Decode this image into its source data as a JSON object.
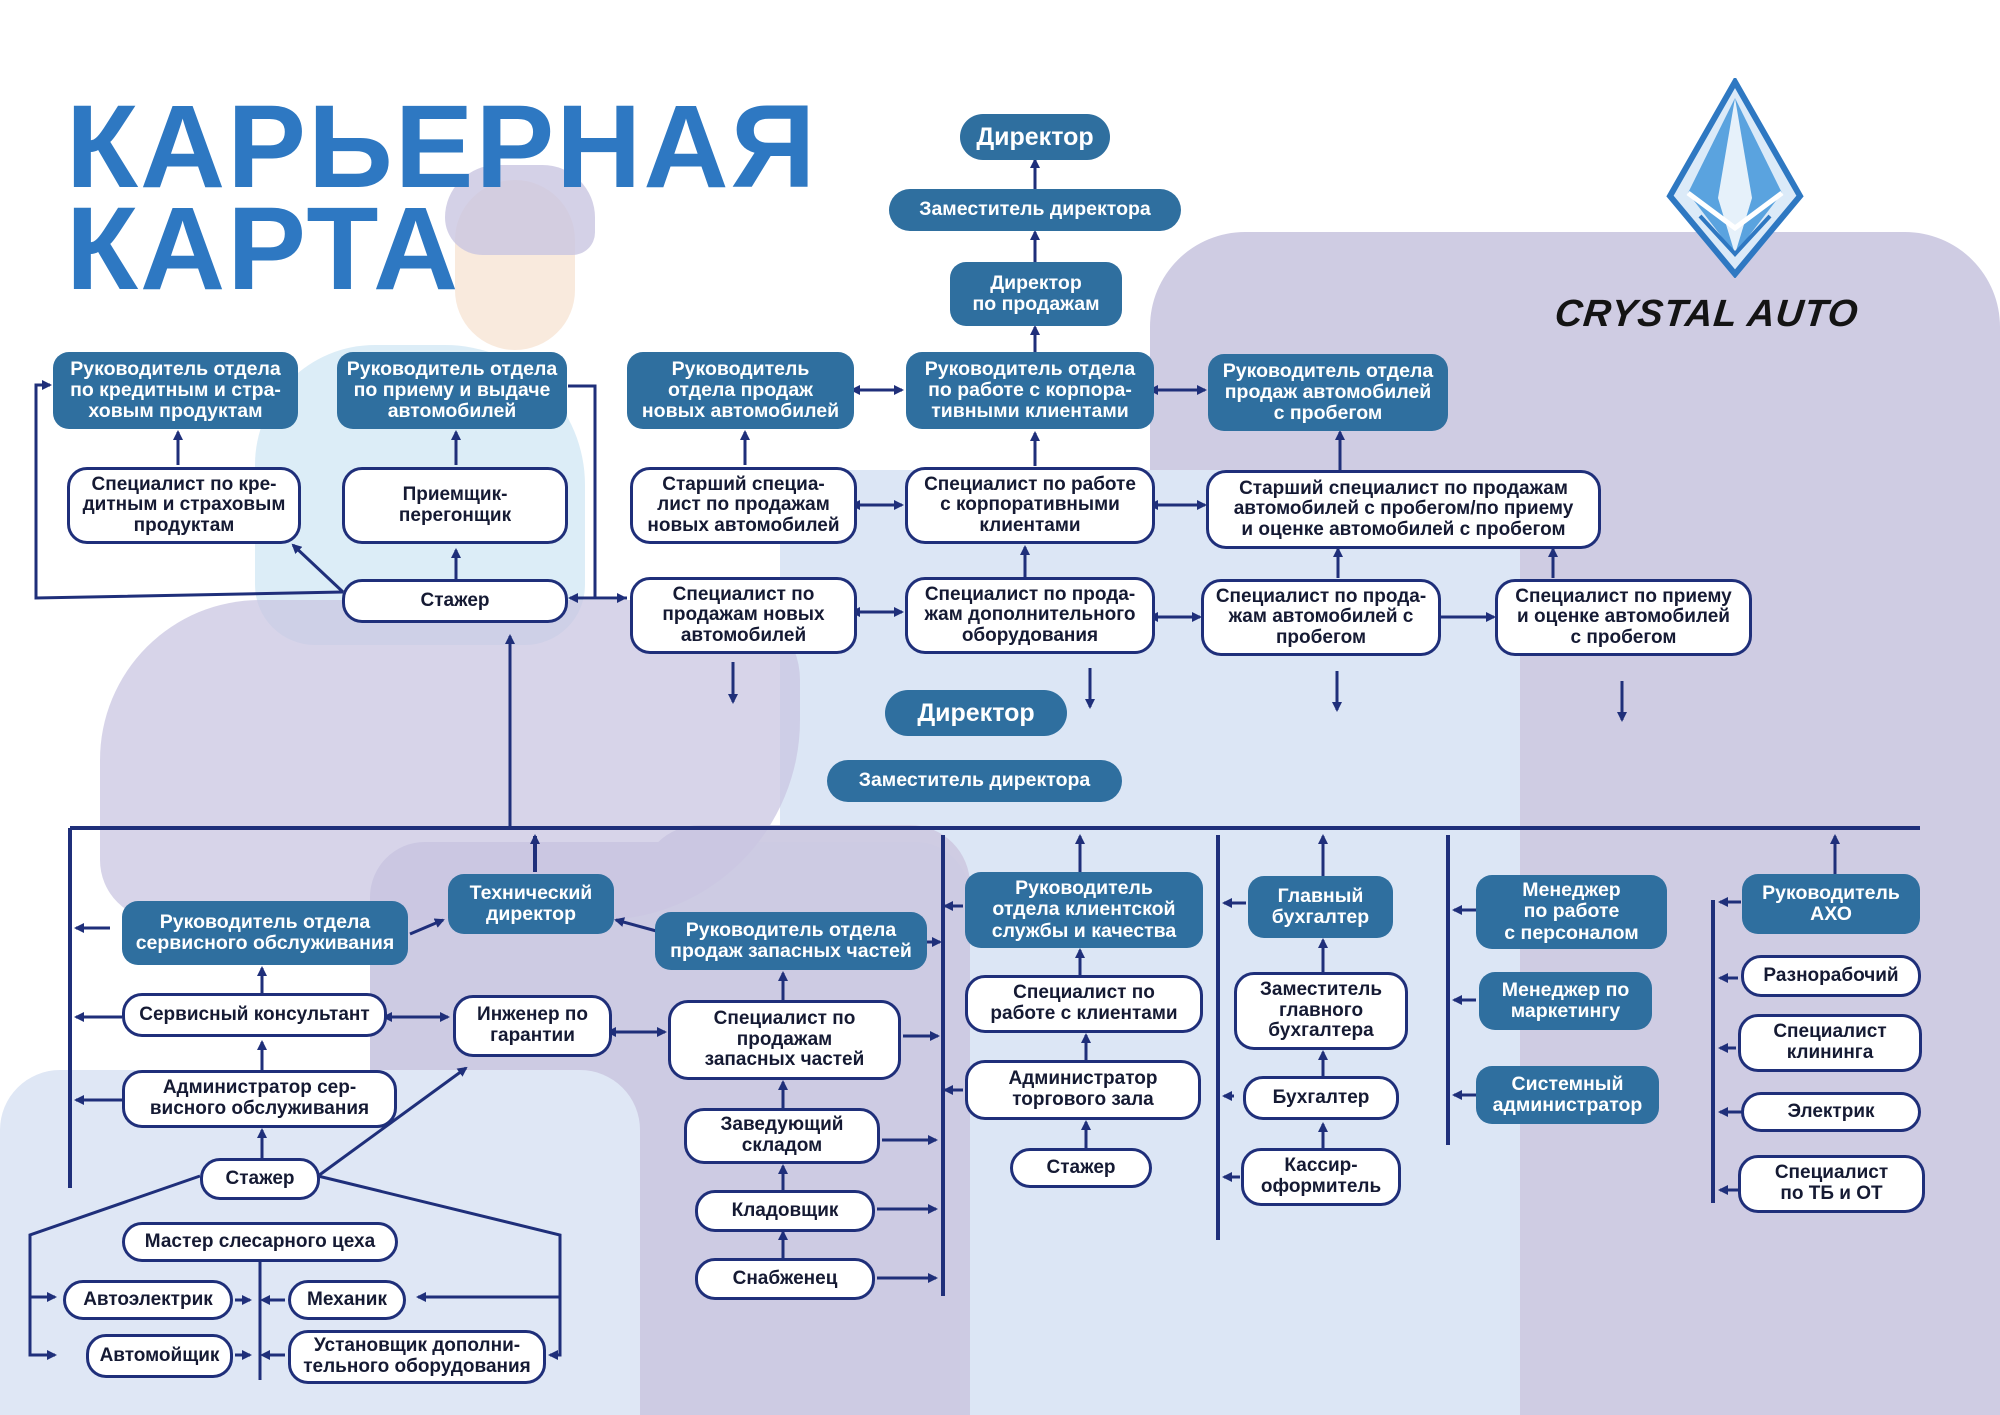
{
  "title": {
    "line1": "КАРЬЕРНАЯ",
    "line2": "КАРТА"
  },
  "brand": {
    "name": "CRYSTAL AUTO",
    "primary_color": "#2f6f9f",
    "accent_color": "#2e78c2",
    "line_color": "#1f2f7a"
  },
  "top": {
    "director": "Директор",
    "deputy": "Заместитель директора",
    "sales_director": "Директор\nпо продажам",
    "head_credit": "Руководитель отдела\nпо кредитным и стра-\nховым продуктам",
    "head_reception": "Руководитель отдела\nпо приему и выдаче\nавтомобилей",
    "head_new_cars": "Руководитель\nотдела продаж\nновых автомобилей",
    "head_corporate": "Руководитель отдела\nпо работе с корпора-\nтивными клиентами",
    "head_used_cars": "Руководитель отдела\nпродаж  автомобилей\nс пробегом",
    "spec_credit": "Специалист по кре-\nдитным и страховым\nпродуктам",
    "receiver": "Приемщик-\nперегонщик",
    "senior_new": "Старший специа-\nлист по продажам\nновых автомобилей",
    "spec_corporate": "Специалист по работе\nс корпоративными\nклиентами",
    "senior_used": "Старший специалист по продажам\nавтомобилей с пробегом/по приему\nи оценке автомобилей с пробегом",
    "intern": "Стажер",
    "spec_new": "Специалист по\nпродажам новых\nавтомобилей",
    "spec_equipment": "Специалист по прода-\nжам дополнительного\nоборудования",
    "spec_used": "Специалист по прода-\nжам автомобилей с\nпробегом",
    "spec_appraisal": "Специалист по приему\nи оценке автомобилей\nс пробегом"
  },
  "middle": {
    "director": "Директор",
    "deputy": "Заместитель директора"
  },
  "service": {
    "tech_director": "Технический\nдиректор",
    "head_service": "Руководитель отдела\nсервисного обслуживания",
    "consultant": "Сервисный консультант",
    "admin": "Администратор сер-\nвисного обслуживания",
    "warranty": "Инженер по\nгарантии",
    "intern": "Стажер",
    "master": "Мастер слесарного цеха",
    "electrician": "Автоэлектрик",
    "mechanic": "Механик",
    "washer": "Автомойщик",
    "installer": "Установщик дополни-\nтельного оборудования"
  },
  "parts": {
    "head": "Руководитель отдела\nпродаж  запасных частей",
    "spec": "Специалист по\nпродажам\nзапасных частей",
    "warehouse_head": "Заведующий\nскладом",
    "storekeeper": "Кладовщик",
    "supplier": "Снабженец"
  },
  "client": {
    "head": "Руководитель\nотдела клиентской\nслужбы и качества",
    "spec": "Специалист по\nработе с клиентами",
    "admin": "Администратор\nторгового зала",
    "intern": "Стажер"
  },
  "accounting": {
    "chief": "Главный\nбухгалтер",
    "deputy": "Заместитель\nглавного\nбухгалтера",
    "accountant": "Бухгалтер",
    "cashier": "Кассир-\nоформитель"
  },
  "hr": {
    "personnel": "Менеджер\nпо работе\nс персоналом",
    "marketing": "Менеджер по\nмаркетингу",
    "sysadmin": "Системный\nадминистратор"
  },
  "aho": {
    "head": "Руководитель\nАХО",
    "laborer": "Разнорабочий",
    "cleaning": "Специалист\nклининга",
    "electric": "Электрик",
    "safety": "Специалист\nпо ТБ и ОТ"
  }
}
